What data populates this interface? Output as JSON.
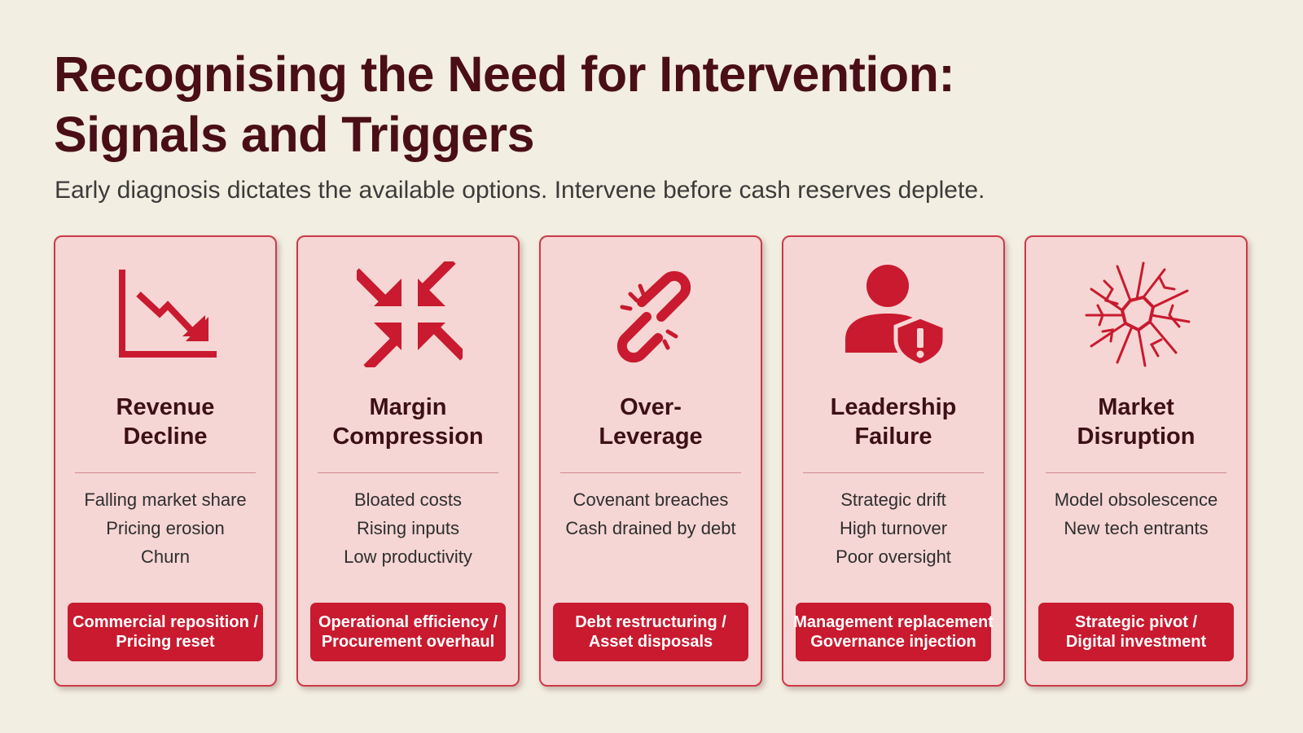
{
  "header": {
    "title_line1": "Recognising the Need for Intervention:",
    "title_line2": "Signals and Triggers",
    "subtitle": "Early diagnosis dictates the available options. Intervene before cash reserves deplete."
  },
  "colors": {
    "accent": "#c91a2f",
    "card_fill": "#f5d6d4",
    "card_border": "#cc3a48",
    "title": "#4a0e17",
    "background": "#f2eee1"
  },
  "cards": [
    {
      "icon": "declining-chart-icon",
      "title_line1": "Revenue",
      "title_line2": "Decline",
      "signals": [
        "Falling market share",
        "Pricing erosion",
        "Churn"
      ],
      "action_line1": "Commercial reposition /",
      "action_line2": "Pricing reset"
    },
    {
      "icon": "compress-arrows-icon",
      "title_line1": "Margin",
      "title_line2": "Compression",
      "signals": [
        "Bloated costs",
        "Rising inputs",
        "Low productivity"
      ],
      "action_line1": "Operational efficiency /",
      "action_line2": "Procurement overhaul"
    },
    {
      "icon": "broken-chain-icon",
      "title_line1": "Over-",
      "title_line2": "Leverage",
      "signals": [
        "Covenant breaches",
        "Cash drained by debt"
      ],
      "action_line1": "Debt restructuring /",
      "action_line2": "Asset disposals"
    },
    {
      "icon": "user-shield-alert-icon",
      "title_line1": "Leadership",
      "title_line2": "Failure",
      "signals": [
        "Strategic drift",
        "High turnover",
        "Poor oversight"
      ],
      "action_line1": "Management replacement",
      "action_line2": "Governance injection"
    },
    {
      "icon": "shattered-glass-icon",
      "title_line1": "Market",
      "title_line2": "Disruption",
      "signals": [
        "Model obsolescence",
        "New tech entrants"
      ],
      "action_line1": "Strategic pivot /",
      "action_line2": "Digital investment"
    }
  ]
}
